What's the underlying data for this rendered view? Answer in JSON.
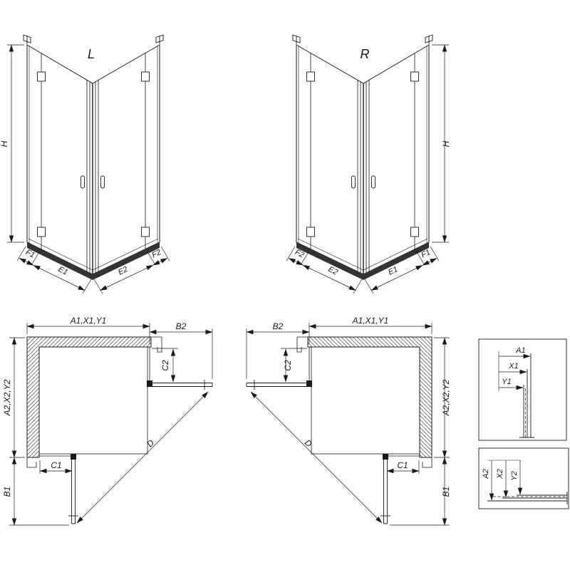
{
  "page": {
    "background": "#ffffff"
  },
  "colors": {
    "line": "#1a1a1a",
    "tray": "#333333"
  },
  "perspective_left": {
    "title": "L",
    "height_label": "H",
    "bottom_labels": {
      "f1": "F1",
      "e1": "E1",
      "e2": "E2",
      "f2": "F2"
    }
  },
  "perspective_right": {
    "title": "R",
    "height_label": "H",
    "bottom_labels": {
      "f2": "F2",
      "e2": "E2",
      "e1": "E1",
      "f1": "F1"
    }
  },
  "plan_left": {
    "top": "A1,X1,Y1",
    "top_right": "B2",
    "right_offset": "C2",
    "left": "A2,X2,Y2",
    "bottom_offset": "C1",
    "bottom_left": "B1",
    "diagonal": "D"
  },
  "plan_right": {
    "top_left": "B2",
    "top": "A1,X1,Y1",
    "left_offset": "C2",
    "right": "A2,X2,Y2",
    "bottom_offset": "C1",
    "bottom_right": "B1",
    "diagonal": "D"
  },
  "detail_top": {
    "labels": [
      "A1",
      "X1",
      "Y1"
    ]
  },
  "detail_bottom": {
    "labels": [
      "A2",
      "X2",
      "Y2"
    ]
  }
}
